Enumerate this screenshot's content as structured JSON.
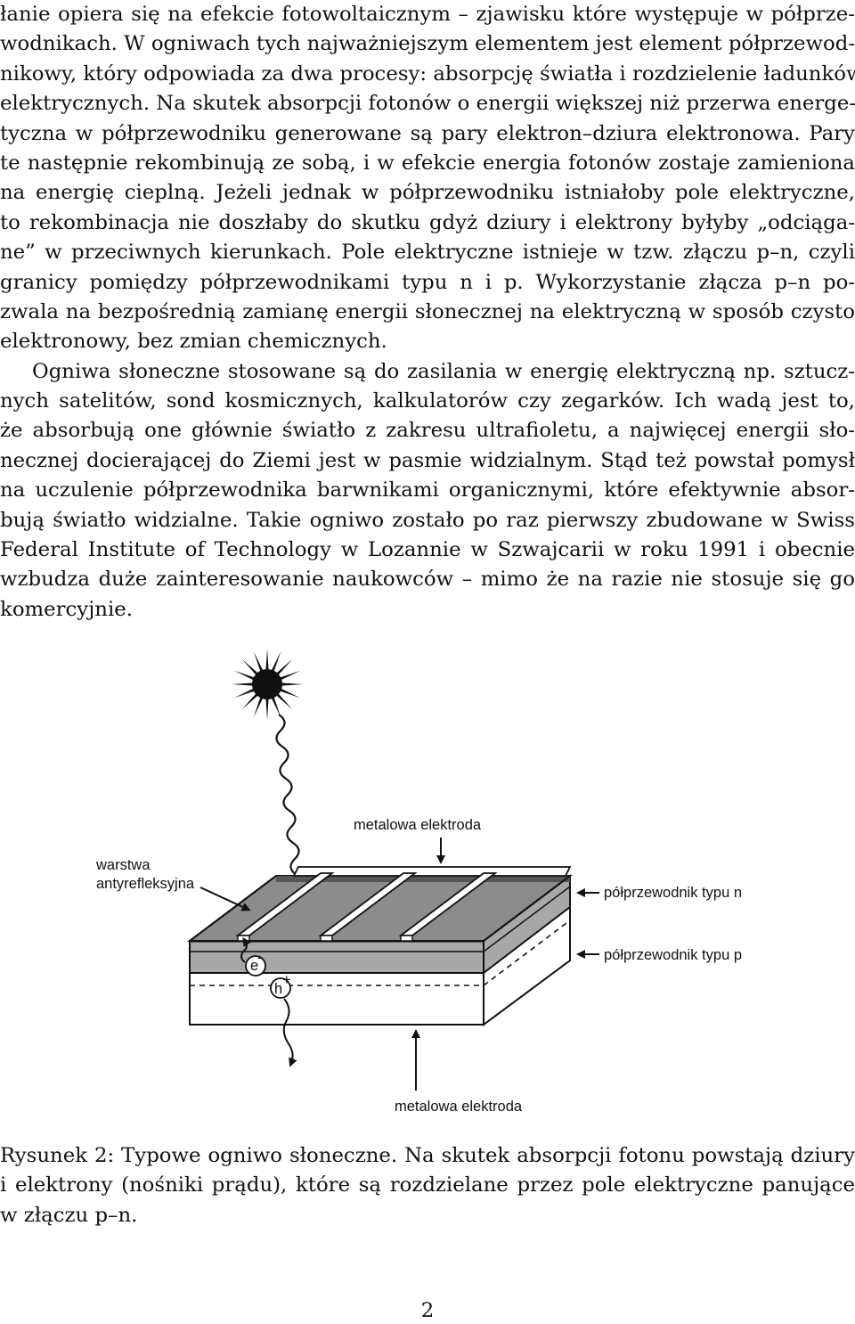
{
  "body": {
    "paragraph1_lines": [
      "łanie opiera się na efekcie fotowoltaicznym – zjawisku które występuje w półprze-",
      "wodnikach. W ogniwach tych najważniejszym elementem jest element półprzewod-",
      "nikowy, który odpowiada za dwa procesy: absorpcję światła i rozdzielenie ładunków",
      "elektrycznych. Na skutek absorpcji fotonów o energii większej niż przerwa energe-",
      "tyczna w półprzewodniku generowane są pary elektron–dziura elektronowa. Pary",
      "te następnie rekombinują ze sobą, i w efekcie energia fotonów zostaje zamieniona",
      "na energię cieplną. Jeżeli jednak w półprzewodniku istniałoby pole elektryczne,",
      "to rekombinacja nie doszłaby do skutku gdyż dziury i elektrony byłyby „odciąga-",
      "ne” w przeciwnych kierunkach. Pole elektryczne istnieje w tzw. złączu p–n, czyli",
      "granicy pomiędzy półprzewodnikami typu n i p. Wykorzystanie złącza p–n po-",
      "zwala na bezpośrednią zamianę energii słonecznej na elektryczną w sposób czysto",
      "elektronowy, bez zmian chemicznych."
    ],
    "paragraph2_lines": [
      "Ogniwa słoneczne stosowane są do zasilania w energię elektryczną np. sztucz-",
      "nych satelitów, sond kosmicznych, kalkulatorów czy zegarków. Ich wadą jest to,",
      "że absorbują one głównie światło z zakresu ultrafioletu, a najwięcej energii sło-",
      "necznej docierającej do Ziemi jest w pasmie widzialnym. Stąd też powstał pomysł",
      "na uczulenie półprzewodnika barwnikami organicznymi, które efektywnie absor-",
      "bują światło widzialne. Takie ogniwo zostało po raz pierwszy zbudowane w Swiss",
      "Federal Institute of Technology w Lozannie w Szwajcarii w roku 1991 i obecnie",
      "wzbudza duże zainteresowanie naukowców – mimo że na razie nie stosuje się go",
      "komercyjnie."
    ]
  },
  "figure": {
    "labels": {
      "top_electrode": "metalowa elektroda",
      "antireflective_line1": "warstwa",
      "antireflective_line2": "antyrefleksyjna",
      "n_type": "półprzewodnik typu n",
      "p_type": "półprzewodnik typu p",
      "bottom_electrode": "metalowa elektroda",
      "electron_symbol": "e",
      "electron_sign": "-",
      "hole_symbol": "h",
      "hole_sign": "+"
    },
    "colors": {
      "n_layer_top": "#8c8c8c",
      "n_layer_side": "#a8a8a8",
      "contact_fingers": "#ffffff",
      "outline": "#111111"
    }
  },
  "caption": {
    "lines": [
      "Rysunek 2: Typowe ogniwo słoneczne. Na skutek absorpcji fotonu powstają dziury",
      "i elektrony (nośniki prądu), które są rozdzielane przez pole elektryczne panujące",
      "w złączu p–n."
    ]
  },
  "page_number": "2"
}
